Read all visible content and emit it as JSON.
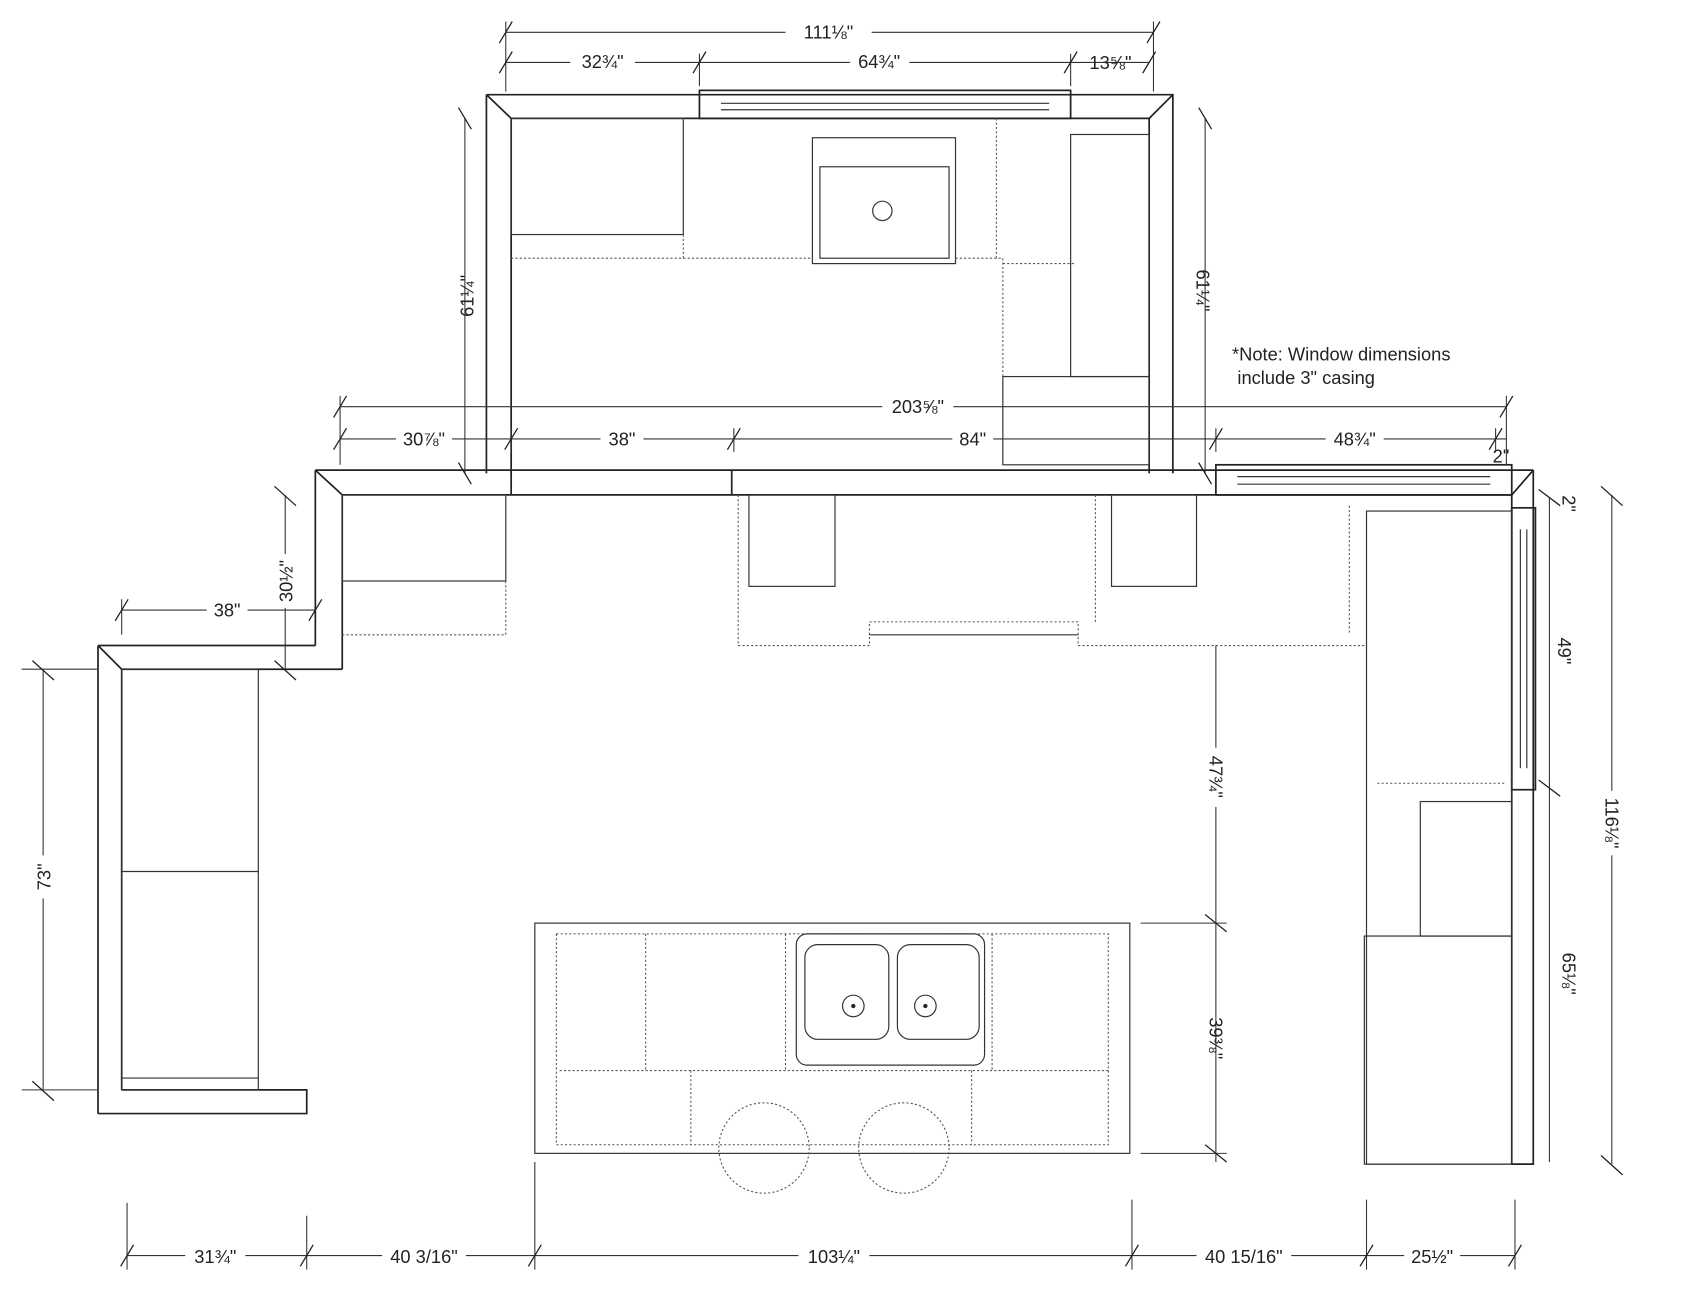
{
  "title": "Kitchen floor plan with dimensions",
  "note": {
    "line1": "*Note: Window dimensions",
    "line2": "include 3\" casing"
  },
  "dimensions": {
    "top_total": "111⅛\"",
    "top_left": "32¾\"",
    "top_window": "64¾\"",
    "top_right": "13⅝\"",
    "upper_left_height": "61¼\"",
    "upper_right_height": "61¼\"",
    "main_total": "203⅝\"",
    "main_seg1": "30⅞\"",
    "main_seg2": "38\"",
    "main_seg3": "84\"",
    "main_window": "48¾\"",
    "main_end": "2\"",
    "right_top": "2\"",
    "right_window": "49\"",
    "right_total": "116⅛\"",
    "right_lower": "65⅛\"",
    "island_to_wall": "47¾\"",
    "island_depth": "39⅜\"",
    "angled_wall": "30½\"",
    "left_offset": "38\"",
    "left_wall": "73\"",
    "bottom_1": "31¾\"",
    "bottom_2": "40 3/16\"",
    "bottom_3": "103¼\"",
    "bottom_4": "40 15/16\"",
    "bottom_5": "25½\""
  }
}
